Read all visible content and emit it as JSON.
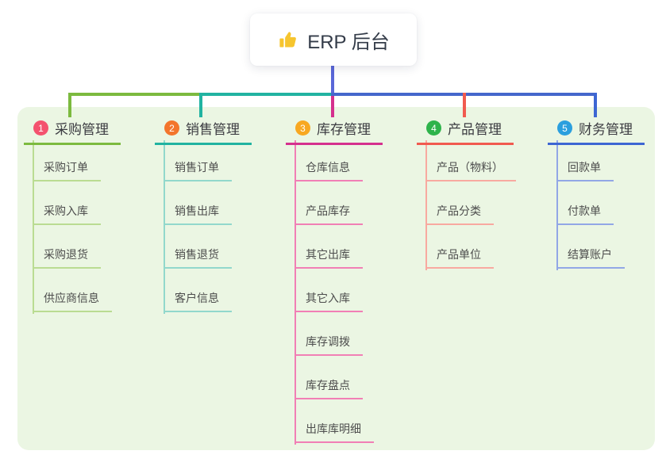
{
  "root": {
    "label": "ERP 后台",
    "icon": "thumbs-up-icon"
  },
  "colors": {
    "panel_bg": "#ebf6e3",
    "root_line": "#5a67d8",
    "bus_blue": "#4567cc",
    "root_text": "#333b48",
    "title_text": "#3c3c42",
    "child_text": "#4d4d4d",
    "thumb_icon": "#f6c52e"
  },
  "branches": [
    {
      "number": "1",
      "label": "采购管理",
      "badge_color": "#f4526e",
      "line_color": "#7cba3f",
      "child_line_color": "#badc92",
      "children": [
        "采购订单",
        "采购入库",
        "采购退货",
        "供应商信息"
      ]
    },
    {
      "number": "2",
      "label": "销售管理",
      "badge_color": "#f3752c",
      "line_color": "#21b3a1",
      "child_line_color": "#92d8cc",
      "children": [
        "销售订单",
        "销售出库",
        "销售退货",
        "客户信息"
      ]
    },
    {
      "number": "3",
      "label": "库存管理",
      "badge_color": "#f8a821",
      "line_color": "#d5308e",
      "child_line_color": "#f17fb5",
      "children": [
        "仓库信息",
        "产品库存",
        "其它出库",
        "其它入库",
        "库存调拨",
        "库存盘点",
        "出库库明细"
      ]
    },
    {
      "number": "4",
      "label": "产品管理",
      "badge_color": "#2eb34b",
      "line_color": "#f15a4f",
      "child_line_color": "#f8a9a0",
      "children": [
        "产品（物料）",
        "产品分类",
        "产品单位"
      ]
    },
    {
      "number": "5",
      "label": "财务管理",
      "badge_color": "#2b9fde",
      "line_color": "#3d66d3",
      "child_line_color": "#92a7e6",
      "children": [
        "回款单",
        "付款单",
        "结算账户"
      ]
    }
  ]
}
